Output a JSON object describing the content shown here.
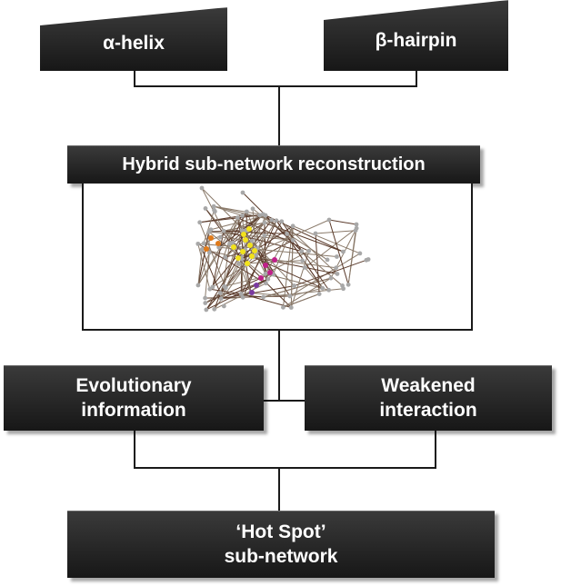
{
  "colors": {
    "box_fill": "#222222",
    "box_text": "#ffffff",
    "connector": "#1a1a1a",
    "network_edge_main": "#8a7a6a",
    "network_edge_dark": "#5a3a2a",
    "node_grey": "#a8a8a8",
    "node_yellow": "#f2e21c",
    "node_magenta": "#c0208a",
    "node_orange": "#e07a1a",
    "node_purple": "#7a3aa0"
  },
  "diagram": {
    "alpha_helix": "α-helix",
    "beta_hairpin": "β-hairpin",
    "hybrid": "Hybrid sub-network reconstruction",
    "evolutionary_line1": "Evolutionary",
    "evolutionary_line2": "information",
    "weakened_line1": "Weakened",
    "weakened_line2": "interaction",
    "hotspot_line1": "‘Hot Spot’",
    "hotspot_line2": "sub-network"
  },
  "network_image": {
    "description_icon": "protein-residue-network-graph"
  }
}
